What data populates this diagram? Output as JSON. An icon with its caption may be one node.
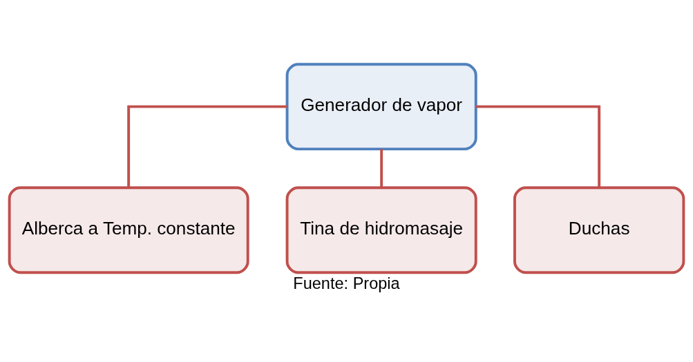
{
  "diagram": {
    "caption": "Fuente: Propia",
    "nodes": [
      {
        "text": [
          "Generador de vapor"
        ]
      },
      {
        "text": [
          "Alberca a Temp. constante"
        ]
      },
      {
        "text": [
          "Tina de hidromasaje"
        ]
      },
      {
        "text": [
          "Duchas"
        ]
      }
    ],
    "edges": [
      {
        "from": 0,
        "to": 1,
        "arrow": "none"
      },
      {
        "from": 0,
        "to": 2,
        "arrow": "none"
      },
      {
        "from": 0,
        "to": 3,
        "arrow": "none"
      }
    ]
  }
}
